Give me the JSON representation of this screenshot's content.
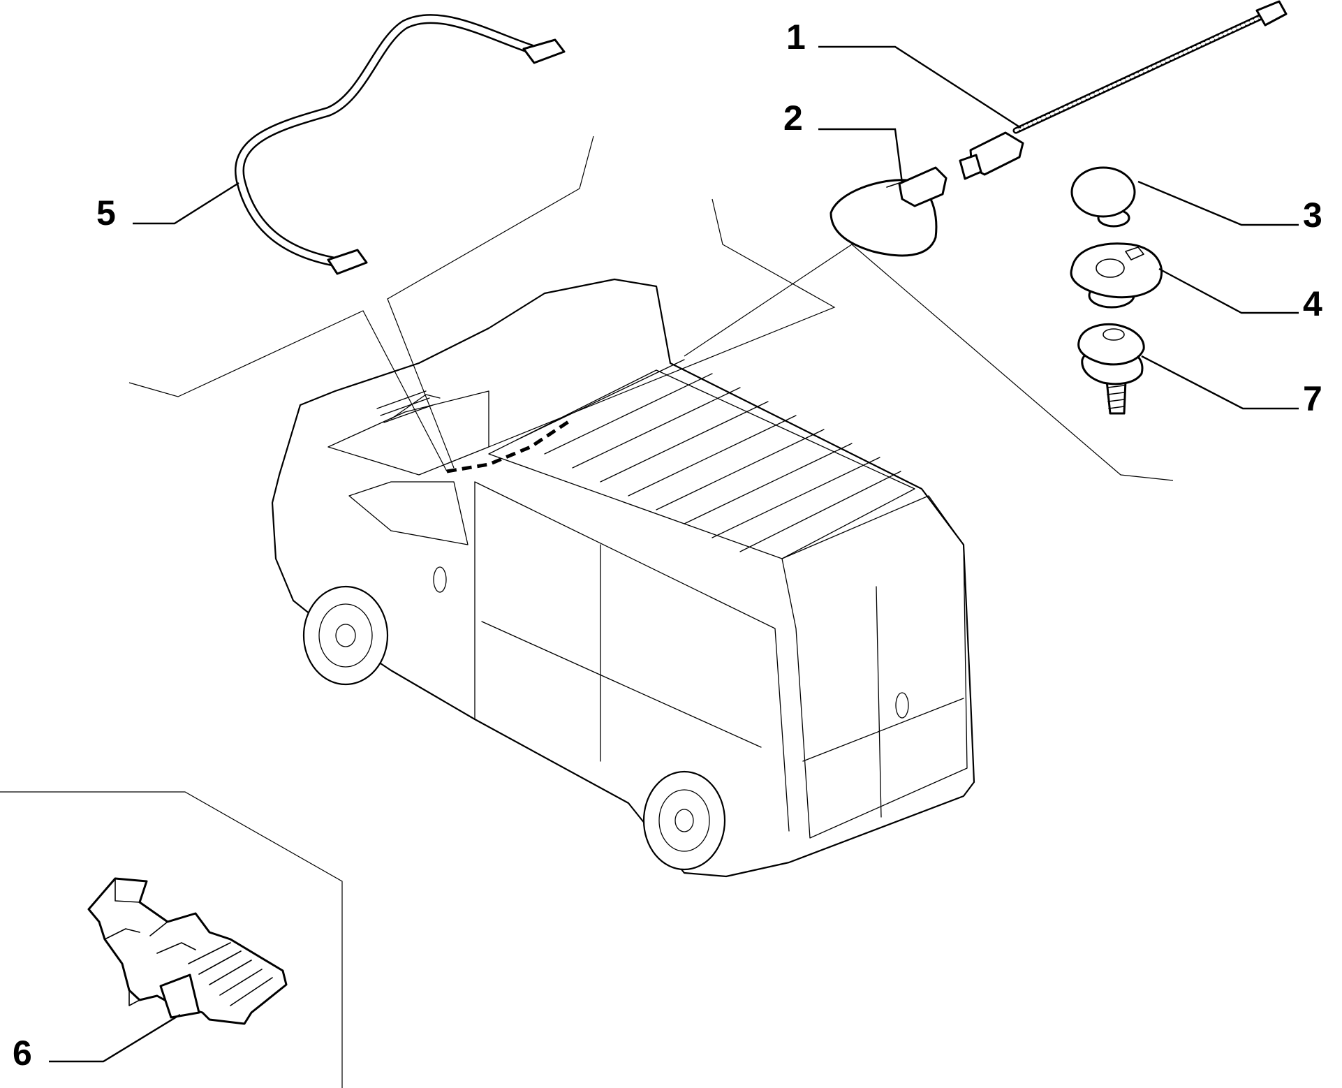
{
  "diagram": {
    "callouts": [
      {
        "id": "1",
        "label": "1",
        "part": "antenna-mast"
      },
      {
        "id": "2",
        "label": "2",
        "part": "antenna-base"
      },
      {
        "id": "3",
        "label": "3",
        "part": "blanking-plug"
      },
      {
        "id": "4",
        "label": "4",
        "part": "grommet"
      },
      {
        "id": "5",
        "label": "5",
        "part": "antenna-cable"
      },
      {
        "id": "6",
        "label": "6",
        "part": "cable-clip"
      },
      {
        "id": "7",
        "label": "7",
        "part": "mount-stud"
      }
    ],
    "line_color": "#000000",
    "background": "#ffffff"
  }
}
